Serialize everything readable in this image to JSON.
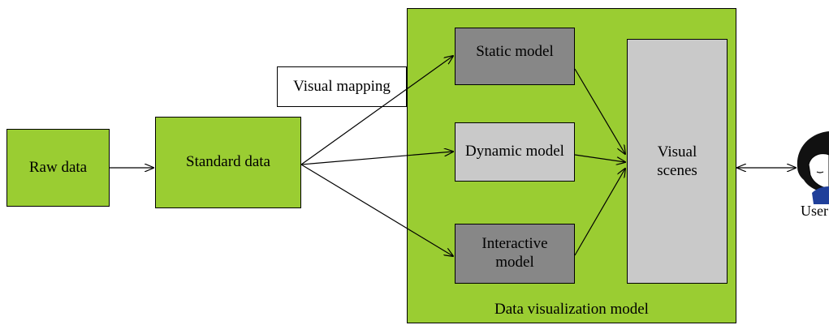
{
  "diagram": {
    "raw_data": "Raw data",
    "standard_data": "Standard data",
    "visual_mapping": "Visual mapping",
    "static_model": "Static model",
    "dynamic_model": "Dynamic model",
    "interactive_model_line1": "Interactive",
    "interactive_model_line2": "model",
    "visual_scenes_line1": "Visual",
    "visual_scenes_line2": "scenes",
    "container_label": "Data visualization model",
    "user_label": "User"
  },
  "colors": {
    "green": "#9acd32",
    "dark_gray": "#878787",
    "light_gray": "#c9c9c9",
    "user_hair": "#111111",
    "user_shirt": "#1f3f9a"
  }
}
